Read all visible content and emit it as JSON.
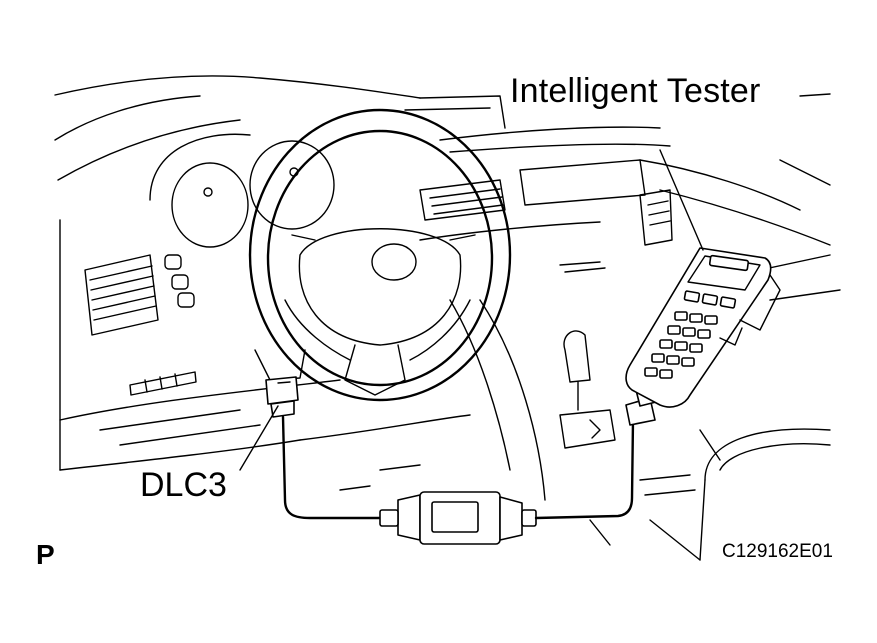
{
  "labels": {
    "tester": "Intelligent Tester",
    "dlc3": "DLC3",
    "view_mark": "P",
    "figure_code": "C129162E01"
  },
  "colors": {
    "line": "#000000",
    "background": "#ffffff"
  }
}
